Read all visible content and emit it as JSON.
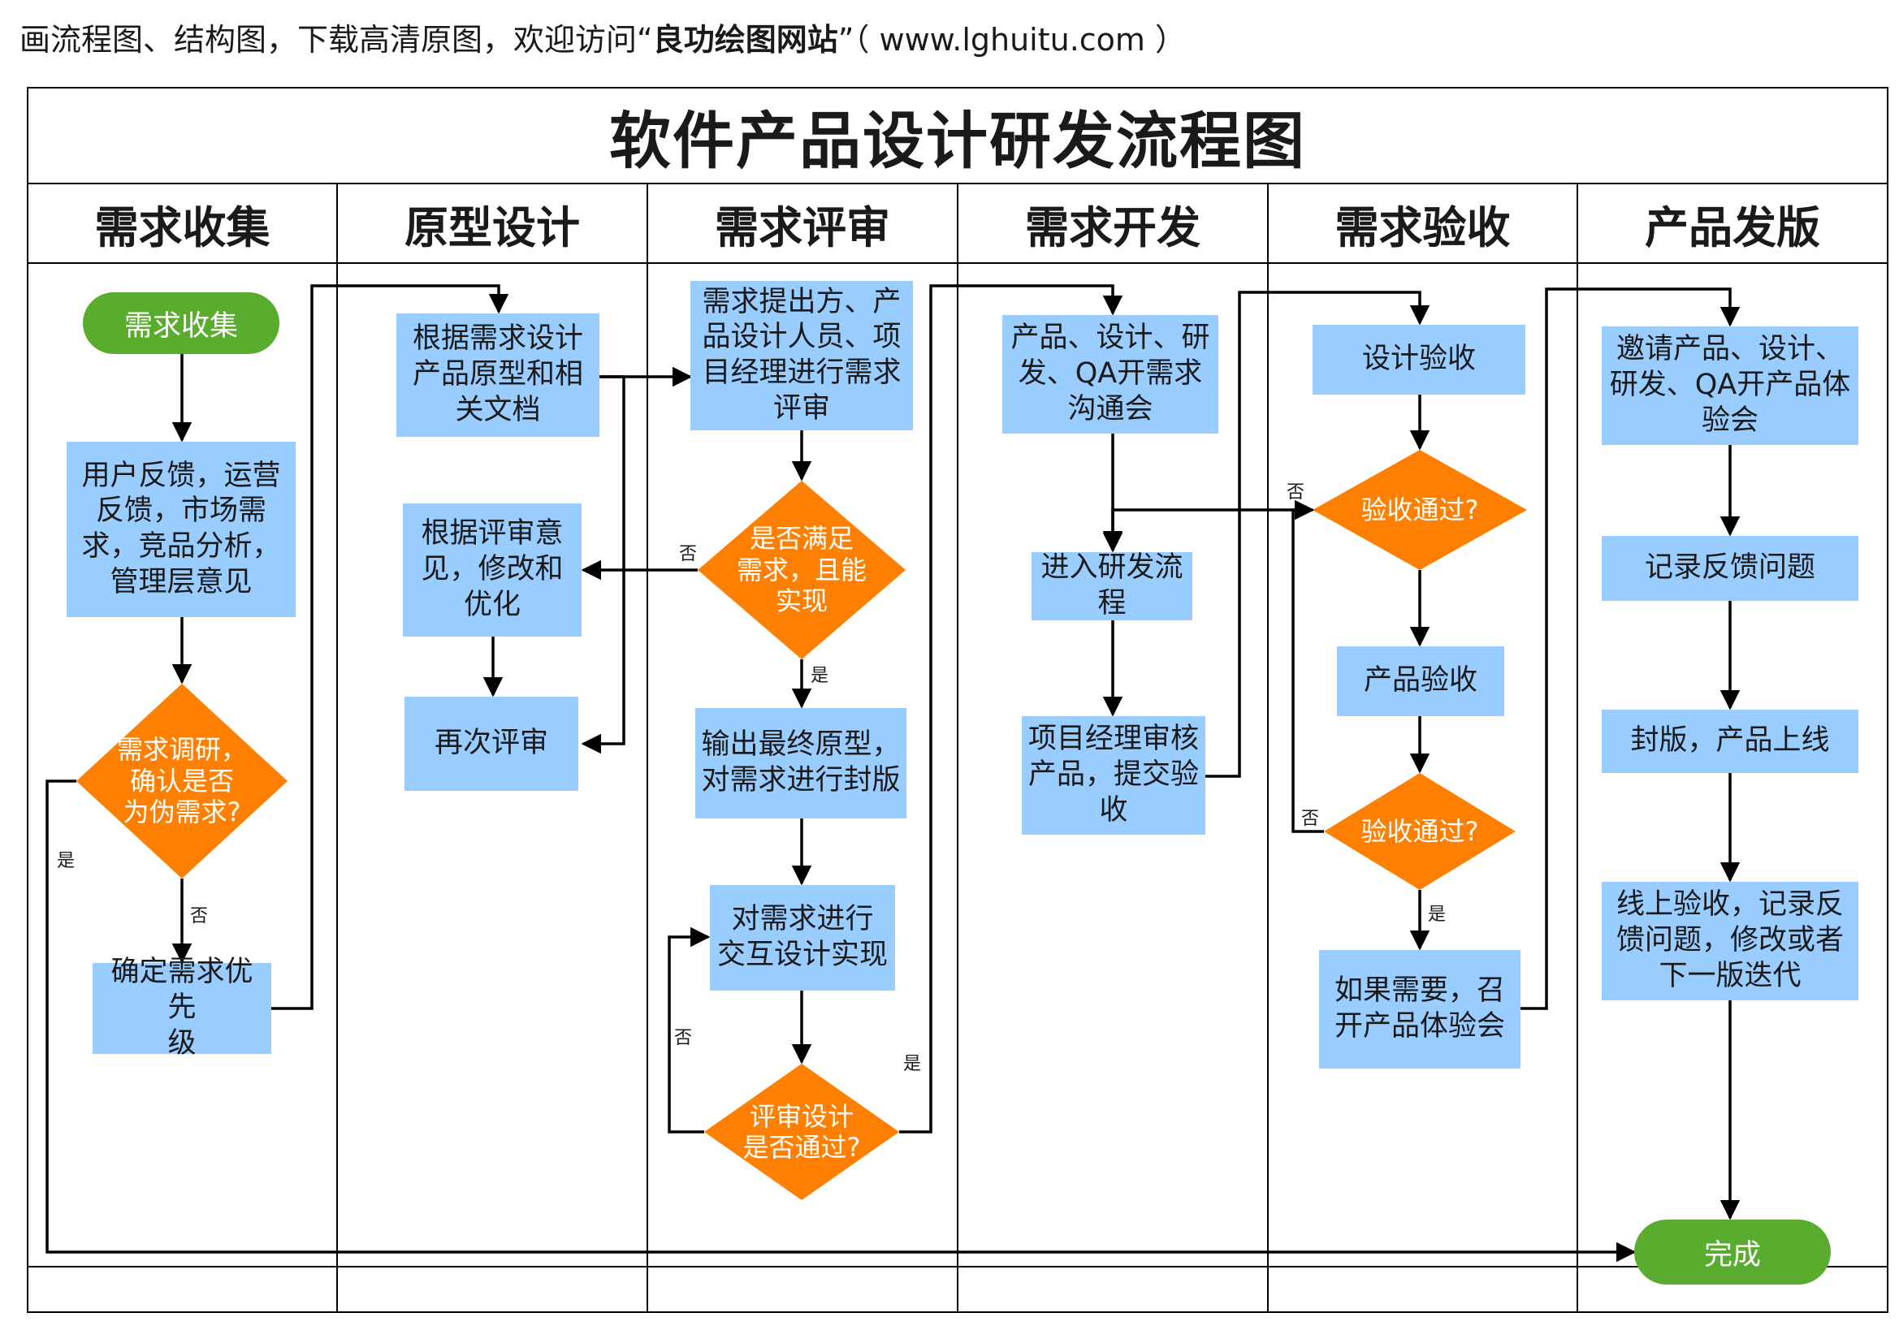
{
  "header": {
    "prefix": "画流程图、结构图，下载高清原图，欢迎访问“",
    "site_name": "良功绘图网站",
    "suffix": "”（ www.lghuitu.com ）"
  },
  "title": "软件产品设计研发流程图",
  "lanes": [
    "需求收集",
    "原型设计",
    "需求评审",
    "需求开发",
    "需求验收",
    "产品发版"
  ],
  "colors": {
    "process": "#99ccff",
    "decision": "#ff8000",
    "terminal": "#5aac2e",
    "line": "#000000"
  },
  "nodes": {
    "start": "需求收集",
    "collect_sources": "用户反馈，运营\n反馈，市场需\n求，竞品分析，\n管理层意见",
    "fake_demand_check": "需求调研，\n确认是否\n为伪需求?",
    "set_priority": "确定需求优先\n级",
    "design_prototype": "根据需求设计\n产品原型和相\n关文档",
    "revise_prototype": "根据评审意\n见，修改和\n优化",
    "re_review": "再次评审",
    "review_meeting": "需求提出方、产\n品设计人员、项\n目经理进行需求\n评审",
    "meets_demand_check": "是否满足\n需求，且能\n实现",
    "final_prototype": "输出最终原型，\n对需求进行封版",
    "interaction_design": "对需求进行\n交互设计实现",
    "design_review_check": "评审设计\n是否通过?",
    "dev_meeting": "产品、设计、研\n发、QA开需求\n沟通会",
    "enter_dev": "进入研发流\n程",
    "pm_audit": "项目经理审核\n产品，提交验\n收",
    "design_acceptance": "设计验收",
    "acceptance_check_1": "验收通过?",
    "product_acceptance": "产品验收",
    "acceptance_check_2": "验收通过?",
    "experience_meeting_optional": "如果需要，召\n开产品体验会",
    "experience_meeting": "邀请产品、设计、\n研发、QA开产品体\n验会",
    "record_feedback": "记录反馈问题",
    "release": "封版，产品上线",
    "online_acceptance": "线上验收，记录反\n馈问题，修改或者\n下一版迭代",
    "end": "完成"
  },
  "edge_labels": {
    "yes": "是",
    "no": "否"
  }
}
